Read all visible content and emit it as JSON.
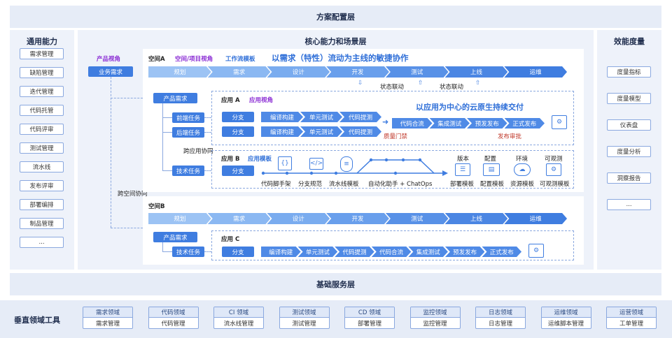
{
  "layers": {
    "solution": "方案配置层",
    "core": "核心能力和场景层",
    "base": "基础服务层"
  },
  "general": {
    "title": "通用能力",
    "items": [
      "需求管理",
      "缺陷管理",
      "迭代管理",
      "代码托管",
      "代码评审",
      "测试管理",
      "流水线",
      "发布评审",
      "部署编排",
      "制品管理",
      "..."
    ]
  },
  "efficiency": {
    "title": "效能度量",
    "items": [
      "度量指标",
      "度量模型",
      "仪表盘",
      "度量分析",
      "洞察报告",
      "..."
    ]
  },
  "left_col": {
    "product_view": "产品视角",
    "biz_req": "业务需求",
    "cross_space": "跨空间协同"
  },
  "spaceA": {
    "name": "空间A",
    "space_view": "空间/项目视角",
    "workflow_tpl": "工作流模板",
    "slogan": "以需求（特性）流动为主线的敏捷协作",
    "stages": [
      "规划",
      "需求",
      "设计",
      "开发",
      "测试",
      "上线",
      "运维"
    ],
    "status_link": "状态联动",
    "product_req": "产品需求",
    "frontend": "前端任务",
    "backend": "后端任务",
    "tech": "技术任务",
    "cross_app": "跨应用协同"
  },
  "appA": {
    "name": "应用 A",
    "view": "应用视角",
    "slogan": "以应用为中心的云原生持续交付",
    "branch": "分支",
    "ci": [
      "编译构建",
      "单元测试",
      "代码提测"
    ],
    "cd": [
      "代码合流",
      "集成测试",
      "预发发布",
      "正式发布"
    ],
    "gate": "质量门禁",
    "review": "发布审批"
  },
  "appB": {
    "name": "应用 B",
    "template": "应用模板",
    "branch": "分支",
    "left_labels": [
      "代码脚手架",
      "分支规范",
      "流水线模板"
    ],
    "assistant": "自动化助手 + ChatOps",
    "right_heads": [
      "版本",
      "配置",
      "环境",
      "可观测"
    ],
    "right_labels": [
      "部署模板",
      "配置模板",
      "资源模板",
      "可观测模板"
    ]
  },
  "spaceB": {
    "name": "空间B",
    "stages": [
      "规划",
      "需求",
      "设计",
      "开发",
      "测试",
      "上线",
      "运维"
    ],
    "product_req": "产品需求",
    "tech": "技术任务"
  },
  "appC": {
    "name": "应用 C",
    "branch": "分支",
    "flow": [
      "编译构建",
      "单元测试",
      "代码提测",
      "代码合流",
      "集成测试",
      "预发发布",
      "正式发布"
    ]
  },
  "vertical": {
    "title": "垂直领域工具",
    "tools": [
      {
        "top": "需求领域",
        "bottom": "需求管理"
      },
      {
        "top": "代码领域",
        "bottom": "代码管理"
      },
      {
        "top": "CI 领域",
        "bottom": "流水线管理"
      },
      {
        "top": "测试领域",
        "bottom": "测试管理"
      },
      {
        "top": "CD 领域",
        "bottom": "部署管理"
      },
      {
        "top": "监控领域",
        "bottom": "监控管理"
      },
      {
        "top": "日志领域",
        "bottom": "日志管理"
      },
      {
        "top": "运维领域",
        "bottom": "运维脚本管理"
      },
      {
        "top": "运营领域",
        "bottom": "工单管理"
      }
    ]
  }
}
